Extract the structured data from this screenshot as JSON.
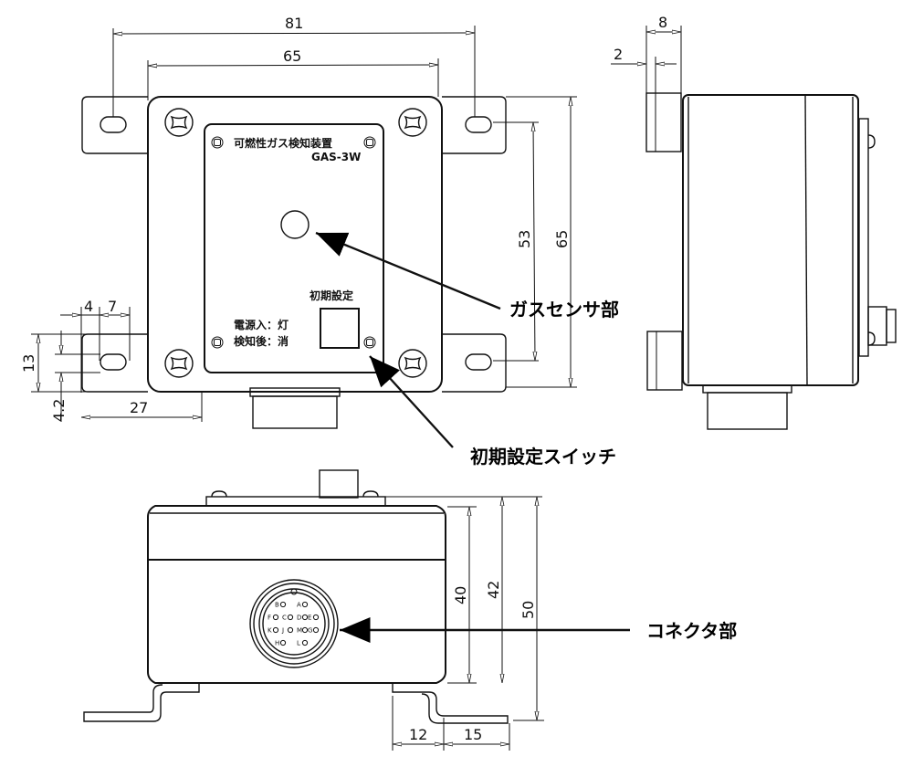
{
  "title": "GAS-3W outline dimension drawing",
  "front_view": {
    "nameplate": {
      "product_name": "可燃性ガス検知装置",
      "model": "GAS-3W",
      "init_setting_label": "初期設定",
      "power_on_label": "電源入：灯",
      "after_detect_label": "検知後：消"
    },
    "dimensions": {
      "overall_mount_width": "81",
      "body_width": "65",
      "mount_hole_pitch_vertical": "53",
      "body_height": "65",
      "slot_offset": "4",
      "slot_length": "7",
      "bracket_height": "13",
      "slot_edge_offset": "4.2",
      "bracket_length": "27"
    }
  },
  "side_view": {
    "dimensions": {
      "bracket_depth": "8",
      "bracket_thickness": "2"
    }
  },
  "bottom_view": {
    "dimensions": {
      "body_depth": "40",
      "depth_with_plate": "42",
      "overall_depth": "50",
      "bracket_inner": "12",
      "bracket_outer": "15"
    },
    "connector_pins": [
      "B",
      "A",
      "F",
      "C",
      "D",
      "E",
      "K",
      "J",
      "M",
      "G",
      "H",
      "L"
    ]
  },
  "callouts": {
    "gas_sensor": "ガスセンサ部",
    "init_switch": "初期設定スイッチ",
    "connector": "コネクタ部"
  }
}
